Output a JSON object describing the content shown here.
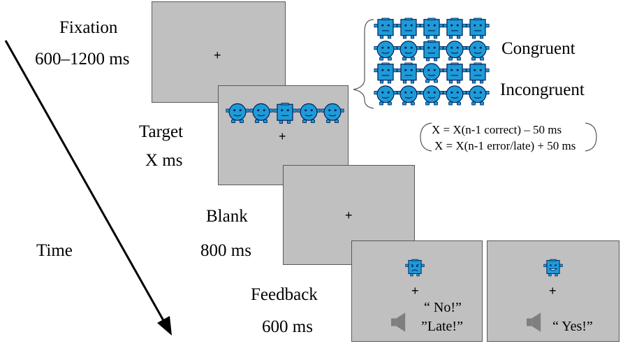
{
  "labels": {
    "fixation_title": "Fixation",
    "fixation_time": "600–1200 ms",
    "target_title": "Target",
    "target_time": "X ms",
    "blank_title": "Blank",
    "blank_time": "800 ms",
    "feedback_title": "Feedback",
    "feedback_time": "600 ms",
    "time_axis": "Time"
  },
  "fixation_cross": "+",
  "conditions": {
    "congruent": "Congruent",
    "incongruent": "Incongruent"
  },
  "staircase": {
    "correct_rule": "X = X(n-1 correct) – 50 ms",
    "error_rule": "X = X(n-1 error/late) + 50 ms"
  },
  "feedback": {
    "negative_line1": "“ No!”",
    "negative_line2": "”Late!”",
    "positive": "“ Yes!”"
  },
  "colors": {
    "screen_gray": "#c0c0c0",
    "robot_blue": "#1e9bd7",
    "robot_outline": "#00205a",
    "speaker_gray": "#7f7f7f"
  },
  "target_sequence": [
    "round",
    "round",
    "square",
    "round",
    "round"
  ],
  "stimulus_grid": [
    [
      "square",
      "square",
      "square",
      "square",
      "square"
    ],
    [
      "round",
      "round",
      "square",
      "round",
      "round"
    ],
    [
      "square",
      "square",
      "round",
      "square",
      "square"
    ],
    [
      "round",
      "round",
      "round",
      "round",
      "round"
    ]
  ],
  "feedback_faces": {
    "negative": "frown",
    "positive": "smile"
  }
}
